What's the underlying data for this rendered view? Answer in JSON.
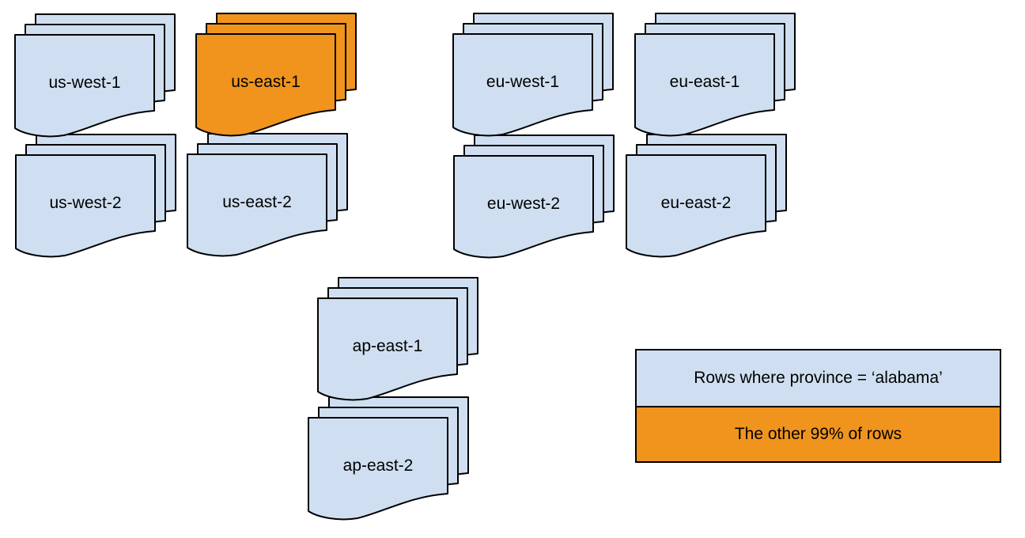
{
  "diagram": {
    "colors": {
      "region_fill": "#cfdff1",
      "highlight_fill": "#f0941e",
      "stroke": "#000000"
    },
    "stacks": [
      {
        "id": "us-west-1",
        "label": "us-west-1",
        "highlighted": false
      },
      {
        "id": "us-east-1",
        "label": "us-east-1",
        "highlighted": true
      },
      {
        "id": "eu-west-1",
        "label": "eu-west-1",
        "highlighted": false
      },
      {
        "id": "eu-east-1",
        "label": "eu-east-1",
        "highlighted": false
      },
      {
        "id": "us-west-2",
        "label": "us-west-2",
        "highlighted": false
      },
      {
        "id": "us-east-2",
        "label": "us-east-2",
        "highlighted": false
      },
      {
        "id": "eu-west-2",
        "label": "eu-west-2",
        "highlighted": false
      },
      {
        "id": "eu-east-2",
        "label": "eu-east-2",
        "highlighted": false
      },
      {
        "id": "ap-east-1",
        "label": "ap-east-1",
        "highlighted": false
      },
      {
        "id": "ap-east-2",
        "label": "ap-east-2",
        "highlighted": false
      }
    ],
    "legend": {
      "items": [
        {
          "label": "Rows where province = ‘alabama’",
          "swatch_color": "#cfdff1"
        },
        {
          "label": "The other 99% of rows",
          "swatch_color": "#f0941e"
        }
      ]
    }
  }
}
